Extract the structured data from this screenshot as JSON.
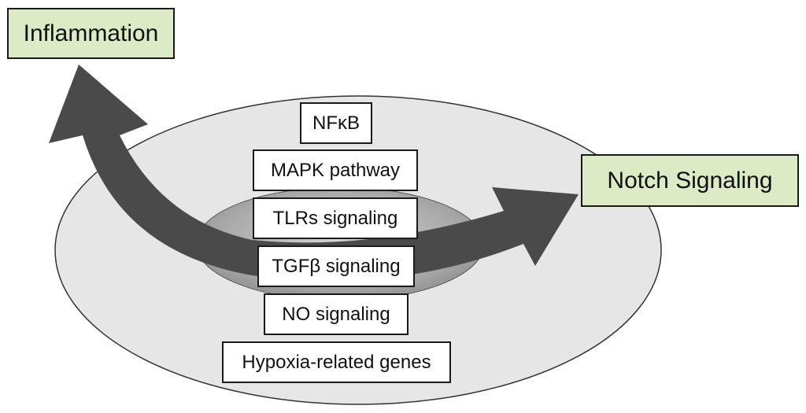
{
  "colors": {
    "outer_ellipse": "#e6e6e6",
    "inner_ellipse": "#8c8c8c",
    "arrow": "#4a4a4a",
    "green_box": "#dcebc6",
    "box_border": "#1a1a1a"
  },
  "outcomes": {
    "inflammation": "Inflammation",
    "notch": "Notch Signaling"
  },
  "pathways": [
    "NFκB",
    "MAPK pathway",
    "TLRs signaling",
    "TGFβ signaling",
    "NO signaling",
    "Hypoxia-related genes"
  ]
}
